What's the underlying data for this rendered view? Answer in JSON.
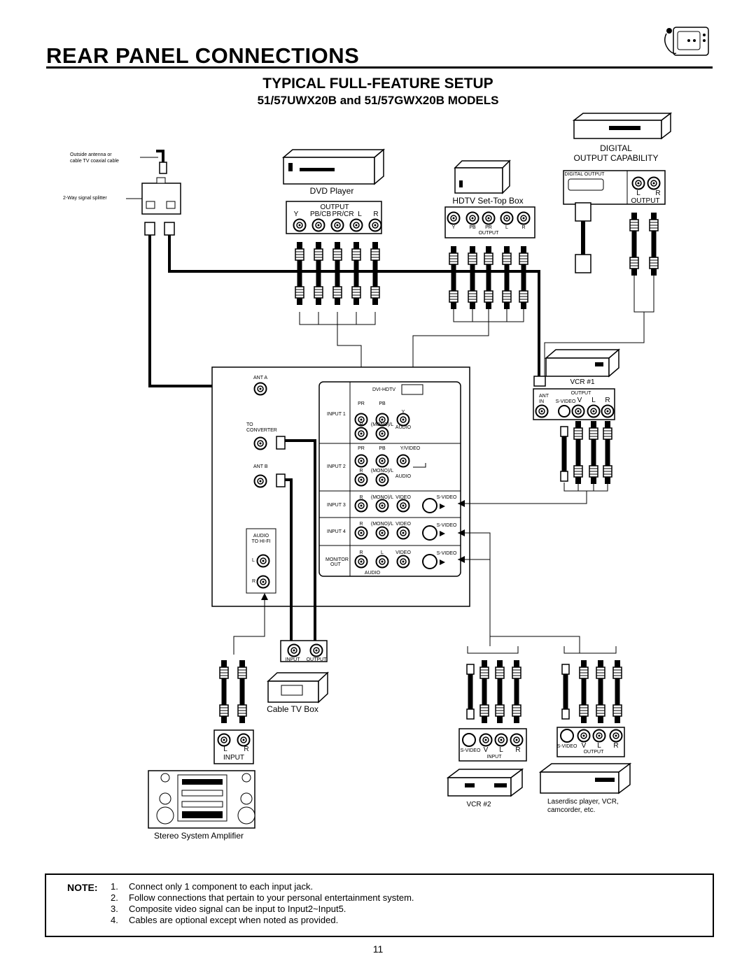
{
  "header": {
    "title": "REAR PANEL CONNECTIONS",
    "subtitle": "TYPICAL FULL-FEATURE SETUP",
    "models": "51/57UWX20B and 51/57GWX20B MODELS",
    "logo_icon": "tv-mascot-icon"
  },
  "antenna": {
    "source_label_line1": "Outside antenna or",
    "source_label_line2": "cable TV coaxial cable",
    "splitter_label": "2-Way signal splitter"
  },
  "dvd": {
    "name": "DVD Player",
    "output_label": "OUTPUT",
    "jacks": [
      "Y",
      "PB/CB",
      "PR/CR",
      "L",
      "R"
    ]
  },
  "hdtv_box": {
    "name": "HDTV Set-Top Box",
    "output_label": "OUTPUT",
    "jacks": [
      "Y",
      "PB",
      "PR",
      "L",
      "R"
    ]
  },
  "digital": {
    "title_line1": "DIGITAL",
    "title_line2": "OUTPUT CAPABILITY",
    "connector_label": "DIGITAL OUTPUT",
    "jacks": [
      "L",
      "R"
    ],
    "output_label": "OUTPUT"
  },
  "tv_panel": {
    "ant_a": "ANT A",
    "to_converter_line1": "TO",
    "to_converter_line2": "CONVERTER",
    "ant_b": "ANT B",
    "audio_hifi_line1": "AUDIO",
    "audio_hifi_line2": "TO HI-FI",
    "audio_l": "L",
    "audio_r": "R",
    "dvi": "DVI-HDTV",
    "input1": "INPUT 1",
    "input2": "INPUT 2",
    "input3": "INPUT 3",
    "input4": "INPUT 4",
    "monitor_line1": "MONITOR",
    "monitor_line2": "OUT",
    "pr": "PR",
    "pb": "PB",
    "y": "Y",
    "y_video": "Y/VIDEO",
    "r": "R",
    "l": "L",
    "mono_l": "(MONO)/L",
    "audio": "AUDIO",
    "video": "VIDEO",
    "s_video": "S-VIDEO"
  },
  "vcr1": {
    "name": "VCR #1",
    "output_label": "OUTPUT",
    "ant_in_line1": "ANT",
    "ant_in_line2": "IN",
    "jacks": [
      "S-VIDEO",
      "V",
      "L",
      "R"
    ]
  },
  "cable_box": {
    "name": "Cable TV Box",
    "input_label": "INPUT",
    "output_label": "OUTPUT"
  },
  "stereo": {
    "name": "Stereo System Amplifier",
    "jacks": [
      "L",
      "R"
    ],
    "input_label": "INPUT"
  },
  "vcr2": {
    "name": "VCR #2",
    "jacks": [
      "S-VIDEO",
      "V",
      "L",
      "R"
    ],
    "input_label": "INPUT"
  },
  "laserdisc": {
    "name_line1": "Laserdisc player, VCR,",
    "name_line2": "camcorder, etc.",
    "jacks": [
      "S-VIDEO",
      "V",
      "L",
      "R"
    ],
    "output_label": "OUTPUT"
  },
  "notes": {
    "label": "NOTE:",
    "items": [
      {
        "num": "1.",
        "text": "Connect only 1 component to each input jack."
      },
      {
        "num": "2.",
        "text": "Follow connections that pertain to your personal entertainment system."
      },
      {
        "num": "3.",
        "text": "Composite video signal can be input to Input2~Input5."
      },
      {
        "num": "4.",
        "text": "Cables are optional except when noted as provided."
      }
    ]
  },
  "page_number": "11"
}
